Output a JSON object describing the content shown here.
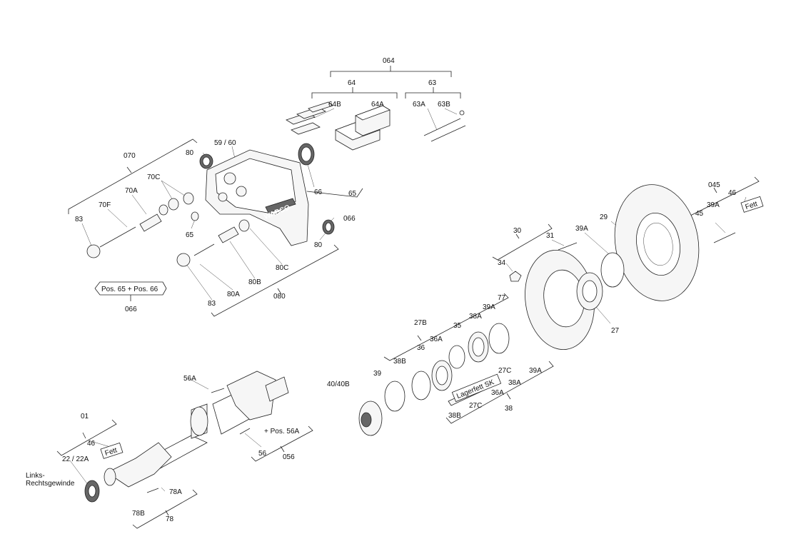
{
  "labels": {
    "l064": "064",
    "l64": "64",
    "l63": "63",
    "l64b": "64B",
    "l64a": "64A",
    "l63a": "63A",
    "l63b": "63B",
    "l070": "070",
    "l80a": "80",
    "l5960": "59 / 60",
    "l70c": "70C",
    "l70a": "70A",
    "l70f": "70F",
    "l83a": "83",
    "l65a": "65",
    "l66": "66",
    "l65b": "65",
    "l066a": "066",
    "l80b": "80",
    "l80c": "80C",
    "l80b2": "80B",
    "l80a2": "80A",
    "l83b": "83",
    "l080": "080",
    "pos6566": "Pos. 65 + Pos. 66",
    "l066b": "066",
    "l045": "045",
    "l46a": "46",
    "l39a1": "39A",
    "fett1": "Fett",
    "l45": "45",
    "l29": "29",
    "l39a2": "39A",
    "l30": "30",
    "l31": "31",
    "l34": "34",
    "l77": "77",
    "l39a3": "39A",
    "l27b": "27B",
    "l38a1": "38A",
    "l35": "35",
    "l36a1": "36A",
    "l36": "36",
    "l38b1": "38B",
    "l27": "27",
    "l4040b": "40/40B",
    "l39": "39",
    "lager": "Lagerfett SK",
    "l27c1": "27C",
    "l39a4": "39A",
    "l38a2": "38A",
    "l36a2": "36A",
    "l27c2": "27C",
    "l38b2": "38B",
    "l38": "38",
    "l56a": "56A",
    "pos56a": "+ Pos. 56A",
    "l56": "56",
    "l056": "056",
    "l01": "01",
    "l46b": "46",
    "fett2": "Fett",
    "l2222a": "22 / 22A",
    "links1": "Links-",
    "links2": "Rechtsgewinde",
    "l78a": "78A",
    "l78b": "78B",
    "l78": "78",
    "wabco": "WABCO"
  }
}
